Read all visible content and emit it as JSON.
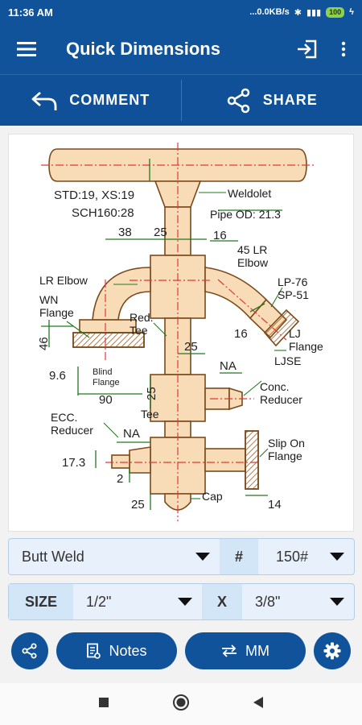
{
  "status": {
    "time": "11:36 AM",
    "network": "...0.0KB/s",
    "battery": "100"
  },
  "appbar": {
    "title": "Quick Dimensions"
  },
  "actions": {
    "comment": "COMMENT",
    "share": "SHARE"
  },
  "diagram": {
    "weldolet_dims": "STD:19, XS:19",
    "sch_dims": "SCH160:28",
    "weldolet": "Weldolet",
    "pipe_od": "Pipe OD: 21.3",
    "dim_38": "38",
    "dim_25_top": "25",
    "dim_16_top": "16",
    "lr45_1": "45 LR",
    "lr45_2": "Elbow",
    "lr_elbow": "LR Elbow",
    "lp": "LP-76",
    "sp": "SP-51",
    "wn1": "WN",
    "wn2": "Flange",
    "red1": "Red.",
    "red2": "Tee",
    "dim_16_mid": "16",
    "lj1": "LJ",
    "lj2": "Flange",
    "dim_46": "46",
    "dim_25_mid": "25",
    "ljse": "LJSE",
    "blind1": "Blind",
    "blind2": "Flange",
    "dim_96": "9.6",
    "dim_90": "90",
    "na_top": "NA",
    "conc1": "Conc.",
    "conc2": "Reducer",
    "dim_25_tee": "25",
    "tee": "Tee",
    "ecc1": "ECC.",
    "ecc2": "Reducer",
    "na_bot": "NA",
    "slip1": "Slip On",
    "slip2": "Flange",
    "dim_173": "17.3",
    "dim_2": "2",
    "dim_25_cap": "25",
    "cap": "Cap",
    "dim_14": "14"
  },
  "selectors": {
    "end_type": "Butt Weld",
    "rating_tag": "#",
    "rating": "150#",
    "size_tag": "SIZE",
    "size": "1/2\"",
    "x_tag": "X",
    "size2": "3/8\""
  },
  "buttons": {
    "notes": "Notes",
    "units": "MM"
  }
}
